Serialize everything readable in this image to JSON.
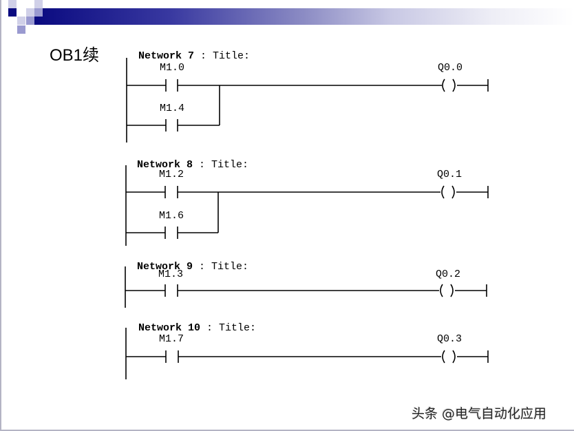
{
  "slide": {
    "label": "OB1续",
    "watermark": "头条 @电气自动化应用"
  },
  "networks": [
    {
      "name": "Network 7",
      "sep": " : ",
      "title": "Title:",
      "contacts": [
        "M1.0",
        "M1.4"
      ],
      "coil": "Q0.0"
    },
    {
      "name": "Network 8",
      "sep": " : ",
      "title": "Title:",
      "contacts": [
        "M1.2",
        "M1.6"
      ],
      "coil": "Q0.1"
    },
    {
      "name": "Network 9",
      "sep": " : ",
      "title": "Title:",
      "contacts": [
        "M1.3"
      ],
      "coil": "Q0.2"
    },
    {
      "name": "Network 10",
      "sep": " : ",
      "title": "Title:",
      "contacts": [
        "M1.7"
      ],
      "coil": "Q0.3"
    }
  ],
  "colors": {
    "header_dark": "#0a0a80",
    "header_mid": "#9a9ad0",
    "header_light": "#d0d0e8"
  }
}
